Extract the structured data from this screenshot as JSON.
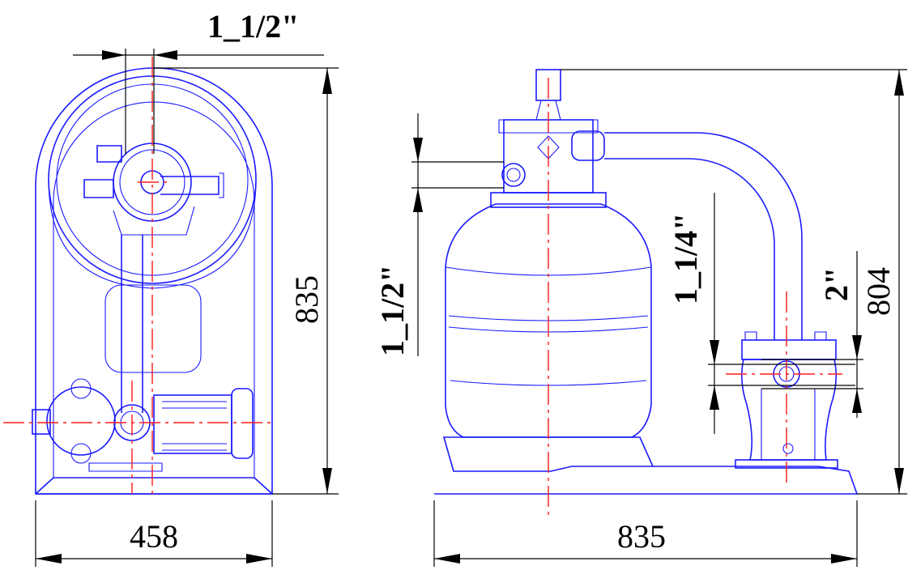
{
  "dimensions": {
    "front_top_fitting": "1_1/2\"",
    "front_height": "835",
    "front_width": "458",
    "side_valve_fitting": "1_1/2\"",
    "side_pump_inlet": "1_1/4\"",
    "side_pump_outlet": "2\"",
    "side_height": "804",
    "side_width": "835"
  },
  "colors": {
    "outline": "#1a1aff",
    "center_lines": "#ff1a1a",
    "dimensions": "#000000"
  }
}
